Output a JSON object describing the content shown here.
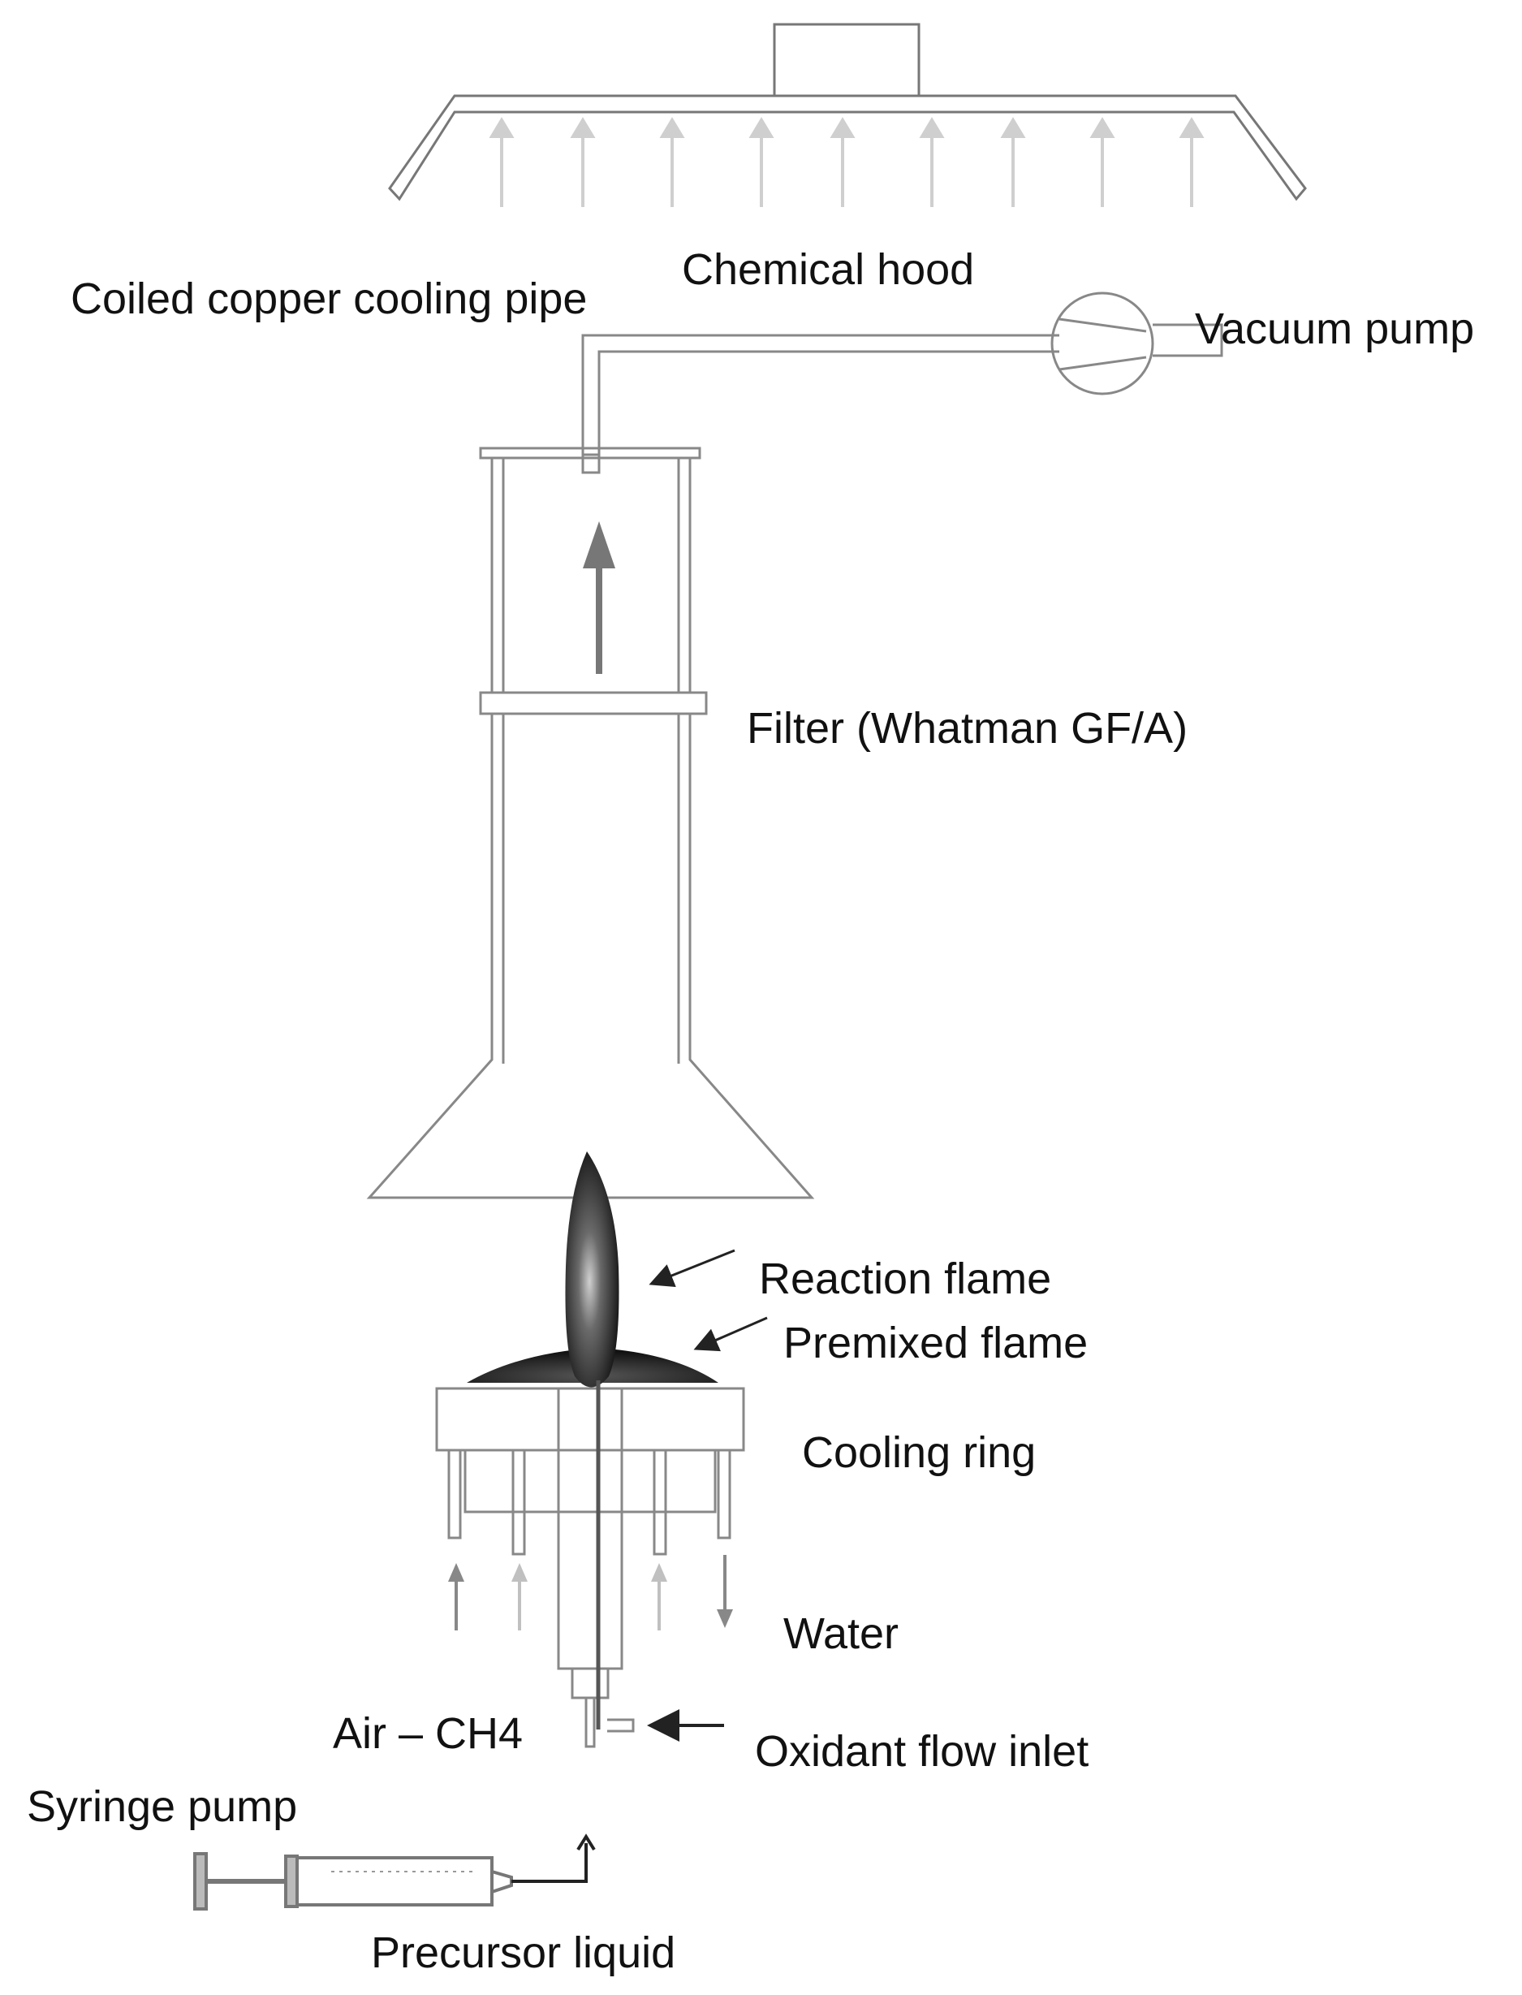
{
  "labels": {
    "chemical_hood": "Chemical hood",
    "coiled_copper_pipe": "Coiled copper cooling pipe",
    "vacuum_pump": "Vacuum pump",
    "filter": "Filter (Whatman GF/A)",
    "reaction_flame": "Reaction flame",
    "premixed_flame": "Premixed flame",
    "cooling_ring": "Cooling ring",
    "water": "Water",
    "air_ch4": "Air – CH4",
    "oxidant_inlet": "Oxidant flow inlet",
    "syringe_pump": "Syringe pump",
    "precursor_liquid": "Precursor liquid"
  },
  "colors": {
    "line": "#7a7a7a",
    "light_line": "#c8c8c8",
    "arrow_dark": "#222222",
    "flame_dark": "#1a1a1a"
  }
}
